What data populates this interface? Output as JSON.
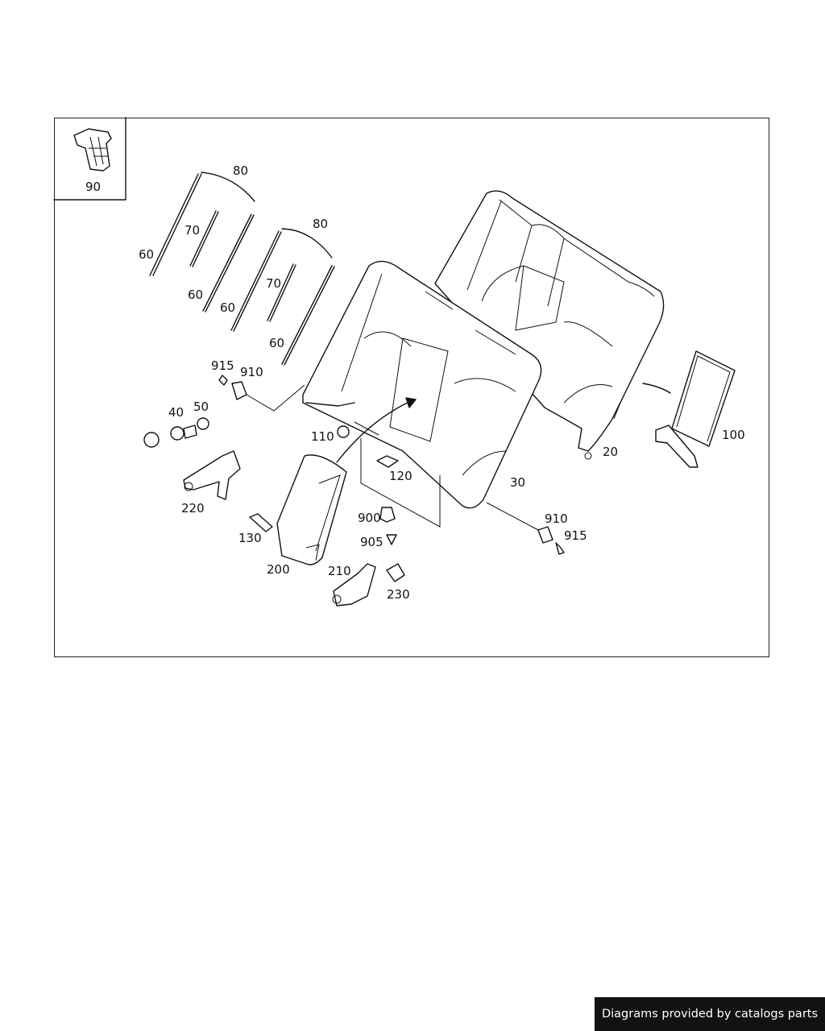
{
  "diagram": {
    "inset_label": "90",
    "callouts": {
      "c80a": "80",
      "c80b": "80",
      "c70a": "70",
      "c70b": "70",
      "c60a": "60",
      "c60b": "60",
      "c60c": "60",
      "c60d": "60",
      "c915a": "915",
      "c910a": "910",
      "c40": "40",
      "c50": "50",
      "c110": "110",
      "c220": "220",
      "c130": "130",
      "c200": "200",
      "c210": "210",
      "c230": "230",
      "c120": "120",
      "c900": "900",
      "c905": "905",
      "c30": "30",
      "c20": "20",
      "c100": "100",
      "c910b": "910",
      "c915b": "915"
    }
  },
  "footer": {
    "text": "Diagrams provided by catalogs parts"
  }
}
